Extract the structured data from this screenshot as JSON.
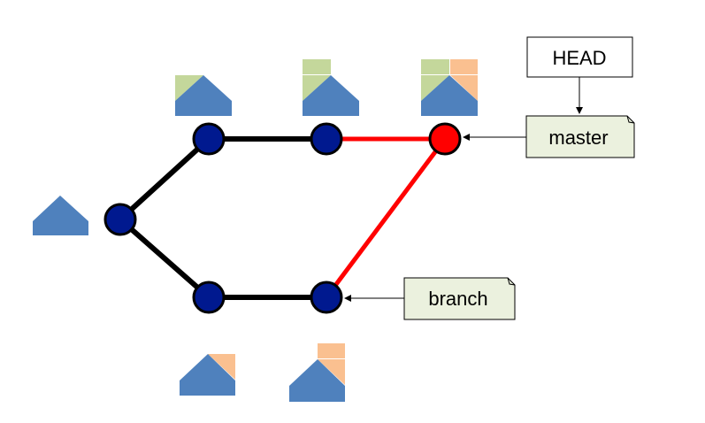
{
  "labels": {
    "head": "HEAD",
    "master": "master",
    "branch": "branch"
  },
  "colors": {
    "commit_fill": "#00198f",
    "commit_stroke": "#000000",
    "head_commit_fill": "#ff0000",
    "edge": "#000000",
    "new_edge": "#ff0000",
    "house_blue": "#4f81bd",
    "green_patch": "#c4d79b",
    "orange_patch": "#fac090",
    "callout_fill": "#ebf1de",
    "head_box_fill": "#ffffff"
  },
  "commits": [
    {
      "id": "root",
      "role": "initial-commit"
    },
    {
      "id": "m1",
      "role": "master-commit"
    },
    {
      "id": "m2",
      "role": "master-commit"
    },
    {
      "id": "merge",
      "role": "merge-commit-head"
    },
    {
      "id": "b1",
      "role": "branch-commit"
    },
    {
      "id": "b2",
      "role": "branch-commit"
    }
  ],
  "edges": [
    {
      "from": "root",
      "to": "m1",
      "kind": "history"
    },
    {
      "from": "m1",
      "to": "m2",
      "kind": "history"
    },
    {
      "from": "root",
      "to": "b1",
      "kind": "history"
    },
    {
      "from": "b1",
      "to": "b2",
      "kind": "history"
    },
    {
      "from": "m2",
      "to": "merge",
      "kind": "new"
    },
    {
      "from": "b2",
      "to": "merge",
      "kind": "new"
    }
  ],
  "snapshots": [
    {
      "commit": "root",
      "patches": []
    },
    {
      "commit": "m1",
      "patches": [
        "green"
      ]
    },
    {
      "commit": "m2",
      "patches": [
        "green",
        "green"
      ]
    },
    {
      "commit": "merge",
      "patches": [
        "green",
        "green",
        "orange",
        "orange"
      ]
    },
    {
      "commit": "b1",
      "patches": [
        "orange"
      ]
    },
    {
      "commit": "b2",
      "patches": [
        "orange",
        "orange"
      ]
    }
  ]
}
